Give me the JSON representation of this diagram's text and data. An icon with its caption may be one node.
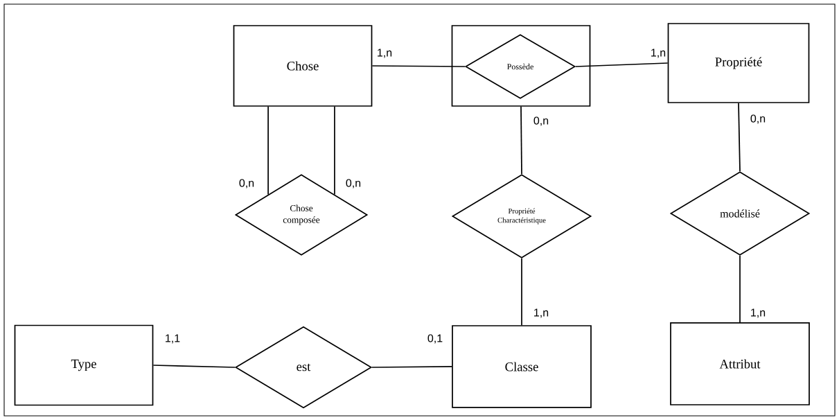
{
  "diagram": {
    "nodes": [
      {
        "text": [
          "Chose"
        ]
      },
      {
        "text": [],
        "shape": "box"
      },
      {
        "text": [
          "Possède"
        ],
        "in": 1
      },
      {
        "text": [
          "Propriété"
        ]
      },
      {
        "text": [
          "Chose composée"
        ]
      },
      {
        "text": [
          "Propriété Charactéristique"
        ]
      },
      {
        "text": [
          "modélisé"
        ]
      },
      {
        "text": [
          "Type"
        ]
      },
      {
        "text": [
          "est"
        ]
      },
      {
        "text": [
          "Classe"
        ]
      },
      {
        "text": [
          "Attribut"
        ]
      }
    ],
    "edges": [
      {
        "from": 0,
        "to": 2,
        "arrow": "none",
        "label": "1,n"
      },
      {
        "from": 2,
        "to": 3,
        "arrow": "none",
        "label": "1,n"
      },
      {
        "from": 0,
        "to": 4,
        "arrow": "none",
        "label": "0,n"
      },
      {
        "from": 0,
        "to": 4,
        "arrow": "none",
        "label": "0,n"
      },
      {
        "from": 1,
        "to": 5,
        "arrow": "none",
        "label": "0,n"
      },
      {
        "from": 5,
        "to": 9,
        "arrow": "none",
        "label": "1,n"
      },
      {
        "from": 3,
        "to": 6,
        "arrow": "none",
        "label": "0,n"
      },
      {
        "from": 6,
        "to": 10,
        "arrow": "none",
        "label": "1,n"
      },
      {
        "from": 7,
        "to": 8,
        "arrow": "none",
        "label": "1,1"
      },
      {
        "from": 8,
        "to": 9,
        "arrow": "none",
        "label": "0,1"
      }
    ]
  }
}
